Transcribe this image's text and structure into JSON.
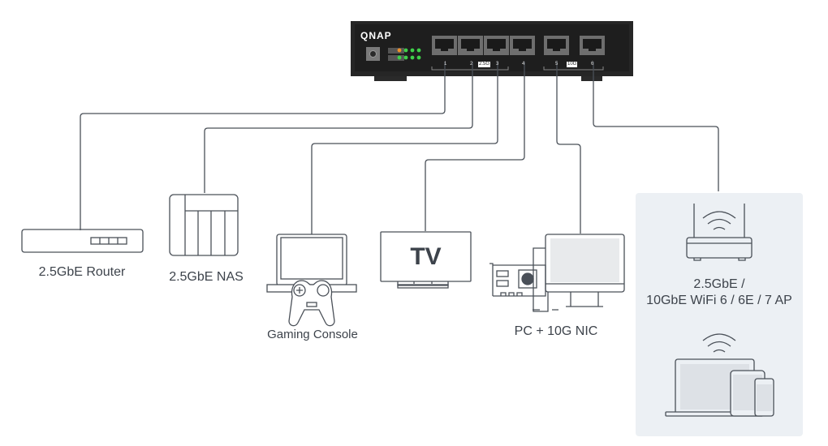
{
  "switch": {
    "brand": "QNAP",
    "ports": [
      "1",
      "2",
      "3",
      "4",
      "5",
      "6"
    ],
    "speed_tags": [
      "2.5G",
      "10G"
    ],
    "led_colors": {
      "status": "#f0902a",
      "link": "#3fcf4a"
    },
    "body_color": "#232323"
  },
  "devices": [
    {
      "id": "router",
      "label": "2.5GbE Router",
      "port": "1"
    },
    {
      "id": "nas",
      "label": "2.5GbE NAS",
      "port": "2"
    },
    {
      "id": "console",
      "label": "Gaming Console",
      "port": "3"
    },
    {
      "id": "tv",
      "label": "TV",
      "port": "4",
      "screen_text": "TV"
    },
    {
      "id": "pc",
      "label": "PC + 10G NIC",
      "port": "5"
    },
    {
      "id": "ap",
      "label_line1": "2.5GbE /",
      "label_line2": "10GbE WiFi 6 / 6E / 7 AP",
      "port": "6"
    }
  ],
  "colors": {
    "line": "#4a5058",
    "ap_panel": "#ecf0f4",
    "text": "#3d434b",
    "screen_fill": "#e8eaec"
  }
}
